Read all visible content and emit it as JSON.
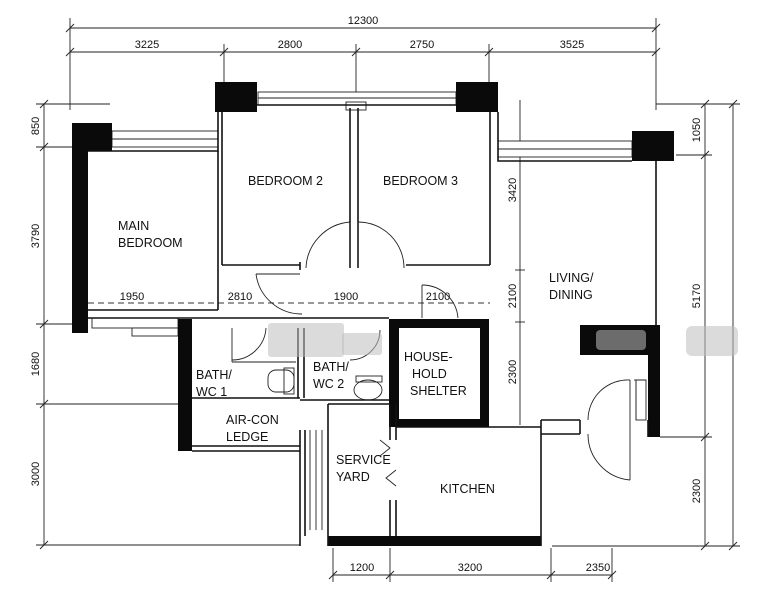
{
  "dimensions": {
    "top_total": "12300",
    "top": [
      "3225",
      "2800",
      "2750",
      "3525"
    ],
    "left": [
      "850",
      "3790",
      "1680",
      "3000"
    ],
    "right": [
      "1050",
      "5170",
      "2300"
    ],
    "bottom": [
      "1200",
      "3200",
      "2350"
    ],
    "interior": [
      "1950",
      "2810",
      "1900",
      "2100",
      "3420",
      "2100",
      "2300"
    ]
  },
  "rooms": {
    "main_bedroom": [
      "MAIN",
      "BEDROOM"
    ],
    "bedroom2": "BEDROOM 2",
    "bedroom3": "BEDROOM 3",
    "living": [
      "LIVING/",
      "DINING"
    ],
    "bath1": [
      "BATH/",
      "WC 1"
    ],
    "bath2": [
      "BATH/",
      "WC 2"
    ],
    "shelter": [
      "HOUSE-",
      "HOLD",
      "SHELTER"
    ],
    "aircon": [
      "AIR-CON",
      "LEDGE"
    ],
    "service": [
      "SERVICE",
      "YARD"
    ],
    "kitchen": "KITCHEN"
  }
}
